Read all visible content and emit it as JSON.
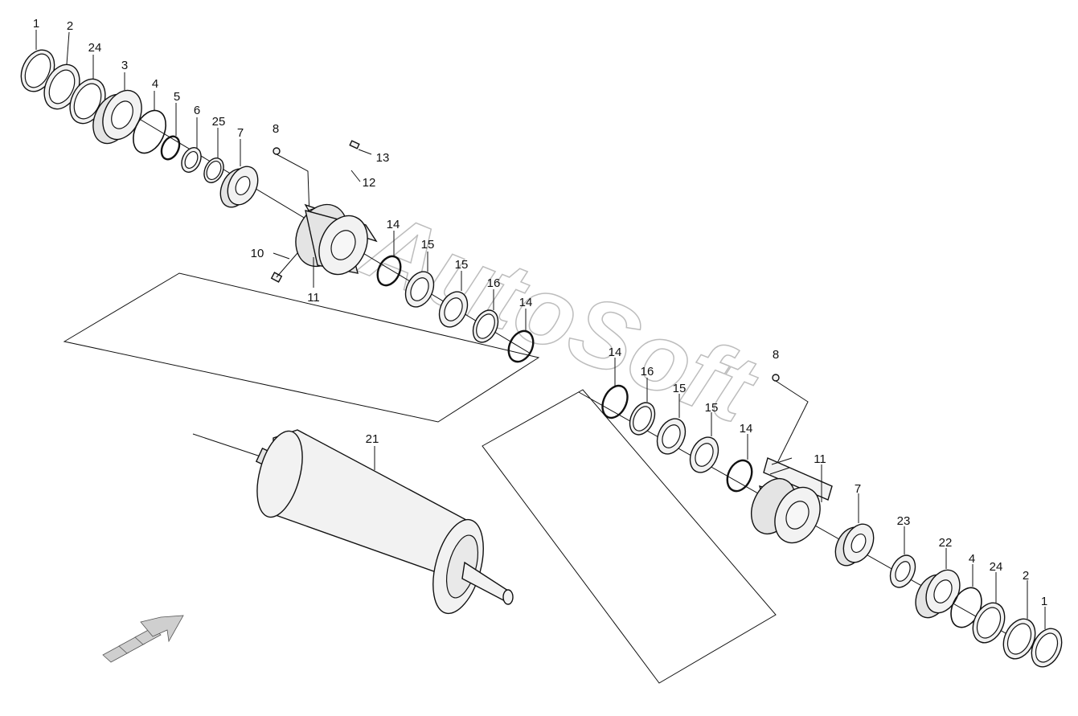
{
  "watermark": "AutoSoft",
  "labels": {
    "l1a": "1",
    "l2a": "2",
    "l24a": "24",
    "l3": "3",
    "l4a": "4",
    "l5": "5",
    "l6": "6",
    "l25": "25",
    "l7a": "7",
    "l8a": "8",
    "l13": "13",
    "l12": "12",
    "l10": "10",
    "l11a": "11",
    "l14a": "14",
    "l15a": "15",
    "l15b": "15",
    "l16a": "16",
    "l14b": "14",
    "l14c": "14",
    "l16b": "16",
    "l15c": "15",
    "l15d": "15",
    "l14d": "14",
    "l8b": "8",
    "l11b": "11",
    "l21": "21",
    "l7b": "7",
    "l23": "23",
    "l22": "22",
    "l4b": "4",
    "l24b": "24",
    "l2b": "2",
    "l1b": "1"
  }
}
